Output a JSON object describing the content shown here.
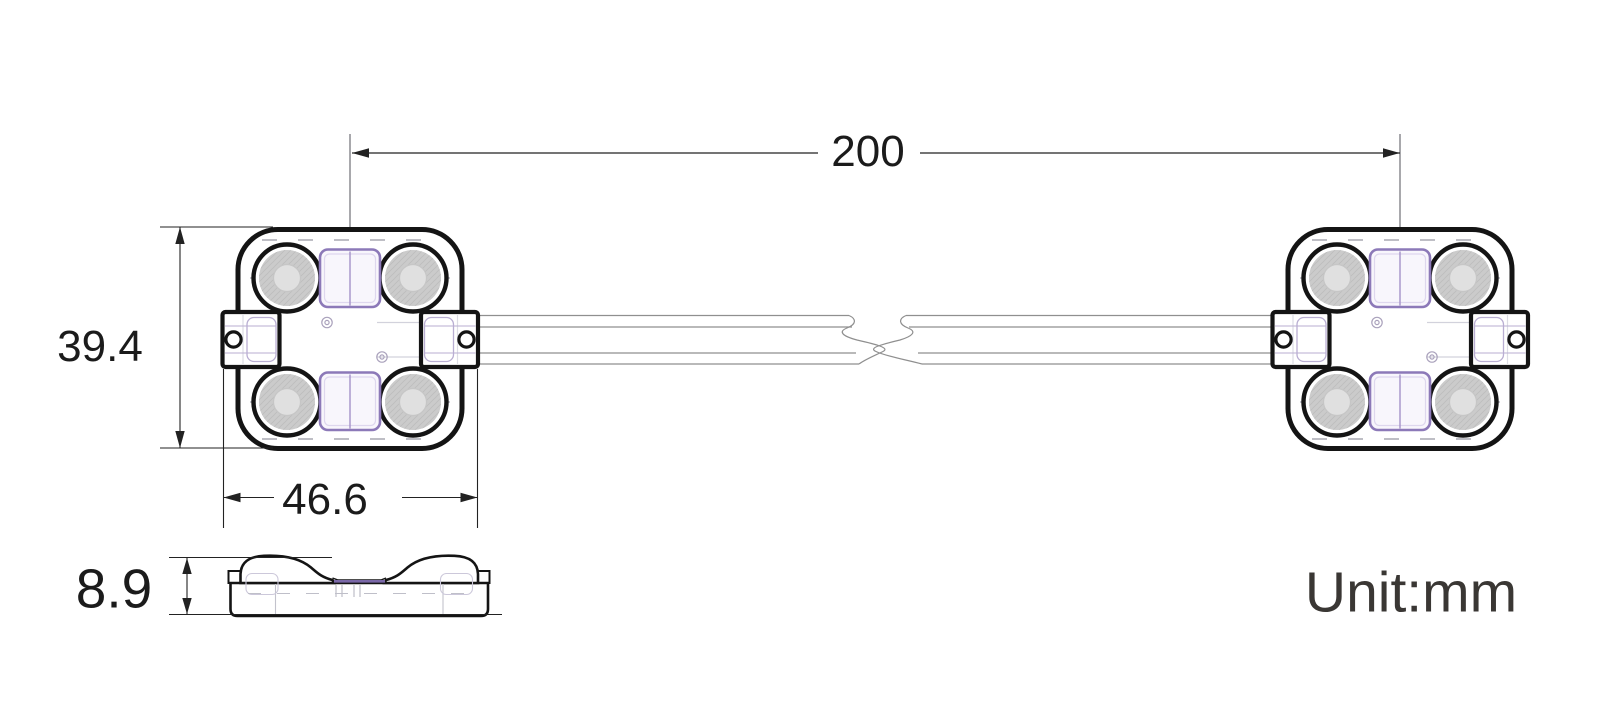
{
  "drawing": {
    "unit_label": "Unit:mm",
    "dimensions": {
      "pitch": "200",
      "module_height": "39.4",
      "module_width": "46.6",
      "module_thickness": "8.9"
    },
    "colors": {
      "outline": "#141414",
      "dimension_line": "#222222",
      "label_ink": "#1b1b1b",
      "unit_ink": "#3a3734",
      "accent_purple": "#8c79b8",
      "detail_purple": "#b9aed2",
      "lens_gray": "#cbcbcb",
      "wire_gray": "#8f8f8f"
    }
  }
}
